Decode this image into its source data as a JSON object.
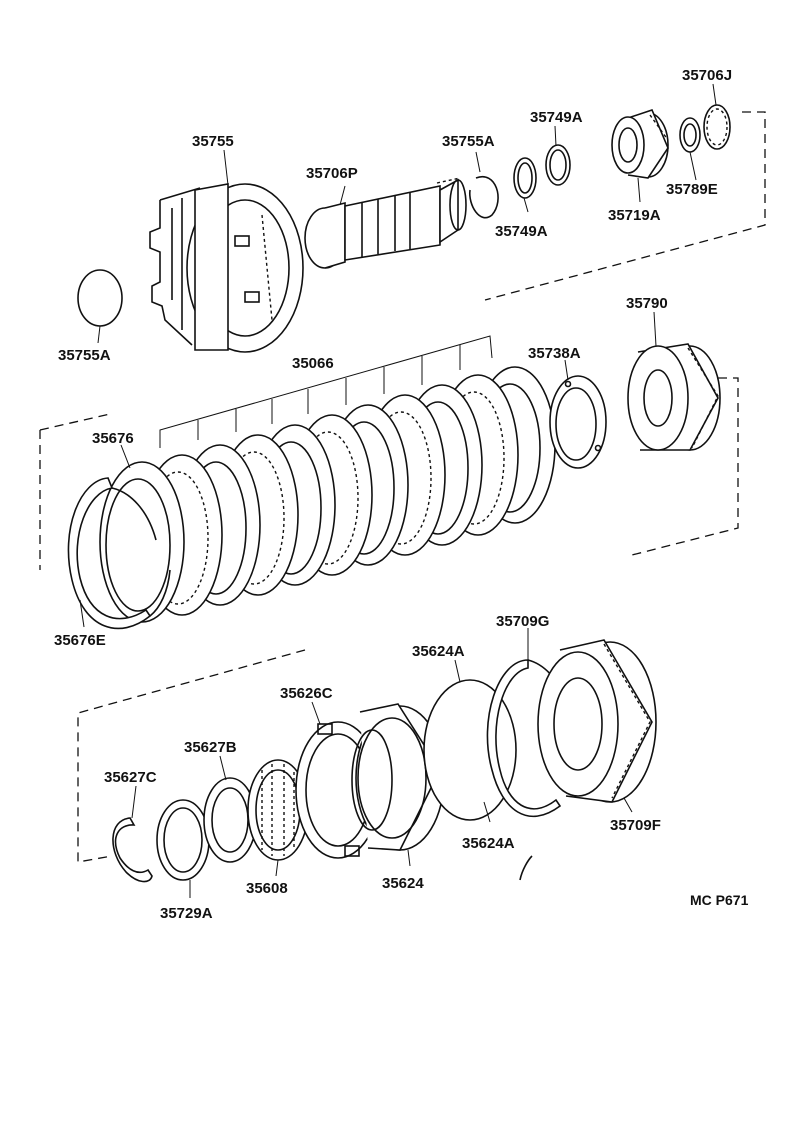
{
  "labels": {
    "p35706J": "35706J",
    "p35755_top": "35755",
    "p35706P": "35706P",
    "p35755A_top": "35755A",
    "p35749A_top": "35749A",
    "p35749A_bot": "35749A",
    "p35719A": "35719A",
    "p35789E": "35789E",
    "p35755A_left": "35755A",
    "p35790": "35790",
    "p35066": "35066",
    "p35738A": "35738A",
    "p35676": "35676",
    "p35676E": "35676E",
    "p35709G": "35709G",
    "p35624A_top": "35624A",
    "p35626C": "35626C",
    "p35627B": "35627B",
    "p35627C": "35627C",
    "p35709F": "35709F",
    "p35624A_bot": "35624A",
    "p35608": "35608",
    "p35624": "35624",
    "p35729A": "35729A"
  },
  "diagram_code": "MC P671"
}
